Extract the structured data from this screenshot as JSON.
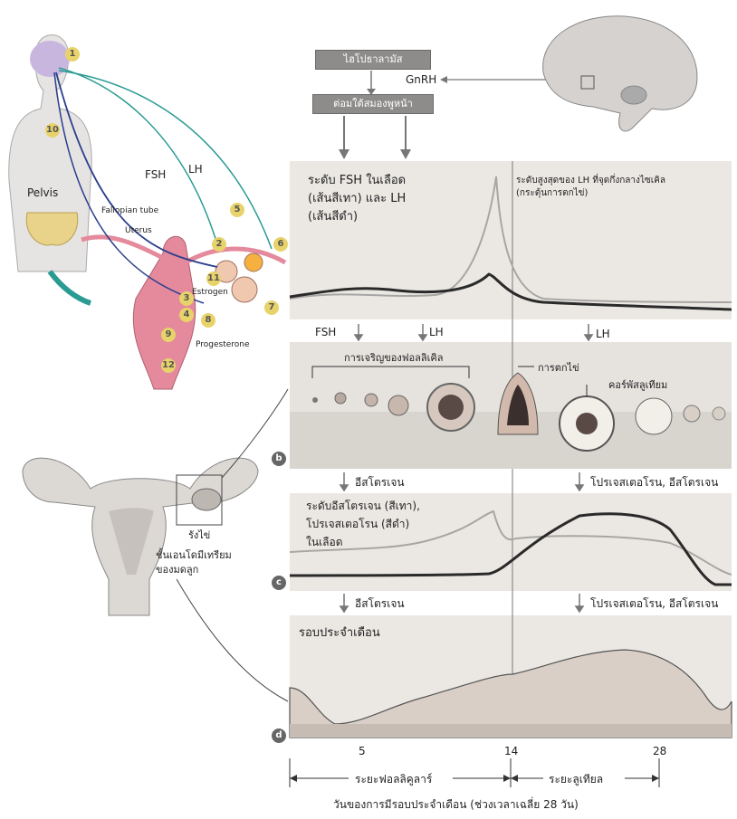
{
  "top_boxes": {
    "hypothalamus": "ไฮโปธาลามัส",
    "gnrh": "GnRH",
    "pituitary": "ต่อมใต้สมองพูหน้า"
  },
  "body_figure": {
    "pelvis": "Pelvis",
    "fsh": "FSH",
    "lh": "LH",
    "fallopian_tube": "Fallopian tube",
    "uterus": "Uterus",
    "estrogen": "Estrogen",
    "progesterone": "Progesterone",
    "numbers": [
      "1",
      "2",
      "3",
      "4",
      "5",
      "6",
      "7",
      "8",
      "9",
      "10",
      "11",
      "12"
    ]
  },
  "panel_a": {
    "title_line1": "ระดับ FSH ในเลือด",
    "title_line2": "(เส้นสีเทา) และ LH",
    "title_line3": "(เส้นสีดำ)",
    "peak_note_line1": "ระดับสูงสุดของ LH ที่จุดกึ่งกลางไซเคิล",
    "peak_note_line2": "(กระตุ้นการตกไข่)"
  },
  "arrows_a_b": {
    "fsh": "FSH",
    "lh_left": "LH",
    "lh_right": "LH"
  },
  "panel_b": {
    "follicle_growth": "การเจริญของฟอลลิเคิล",
    "ovulation": "การตกไข่",
    "corpus_luteum": "คอร์พัสลูเทียม",
    "badge": "b"
  },
  "arrows_b_c": {
    "left": "อีสโตรเจน",
    "right": "โปรเจสเตอโรน, อีสโตรเจน"
  },
  "panel_c": {
    "title_line1": "ระดับอีสโตรเจน (สีเทา),",
    "title_line2": "โปรเจสเตอโรน (สีดำ)",
    "title_line3": "ในเลือด",
    "badge": "c"
  },
  "arrows_c_d": {
    "left": "อีสโตรเจน",
    "right": "โปรเจสเตอโรน, อีสโตรเจน"
  },
  "panel_d": {
    "title": "รอบประจำเดือน",
    "badge": "d"
  },
  "uterus_figure": {
    "ovary": "รังไข่",
    "endometrium_line1": "ชั้นเอนโดมีเทรียม",
    "endometrium_line2": "ของมดลูก"
  },
  "timeline": {
    "ticks": [
      "5",
      "14",
      "28"
    ],
    "follicular": "ระยะฟอลลิคูลาร์",
    "luteal": "ระยะลูเทียล",
    "caption": "วันของการมีรอบประจำเดือน (ช่วงเวลาเฉลี่ย 28 วัน)"
  },
  "colors": {
    "gray_curve": "#a8a6a4",
    "black_curve": "#2a2a2a",
    "panel_bg": "#ebe8e4",
    "box": "#8e8c8a",
    "teal": "#2a9b93",
    "navy": "#2b3f8c",
    "pink": "#e48a9c"
  }
}
